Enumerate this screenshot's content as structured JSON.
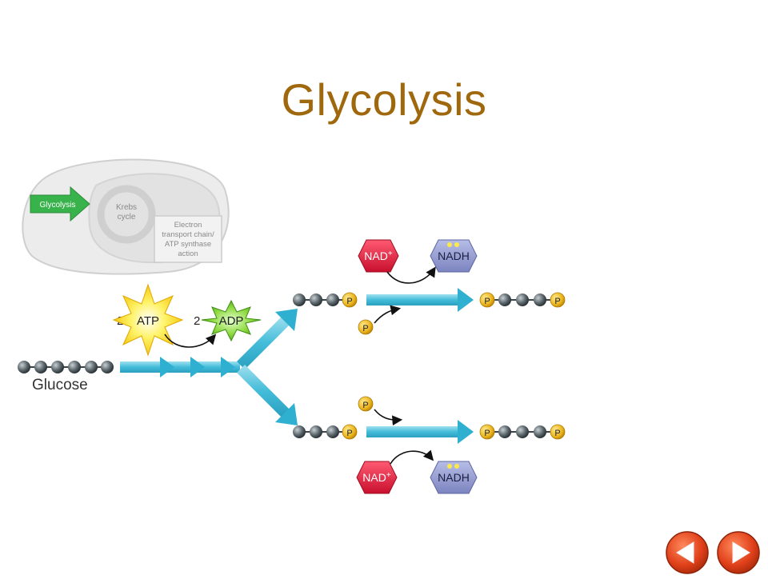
{
  "slide": {
    "title": "Glycolysis"
  },
  "overview": {
    "glycolysis_label": "Glycolysis",
    "krebs_line1": "Krebs",
    "krebs_line2": "cycle",
    "etc_line1": "Electron",
    "etc_line2": "transport chain/",
    "etc_line3": "ATP synthase",
    "etc_line4": "action"
  },
  "pathway": {
    "glucose_label": "Glucose",
    "atp_count": "2",
    "atp_label": "ATP",
    "adp_count": "2",
    "adp_label": "ADP",
    "nad_label": "NAD",
    "nad_charge": "+",
    "nadh_label": "NADH",
    "phosphate_label": "P"
  },
  "nav": {
    "prev_icon": "triangle-left",
    "next_icon": "triangle-right",
    "button_color": "#e0401a"
  }
}
